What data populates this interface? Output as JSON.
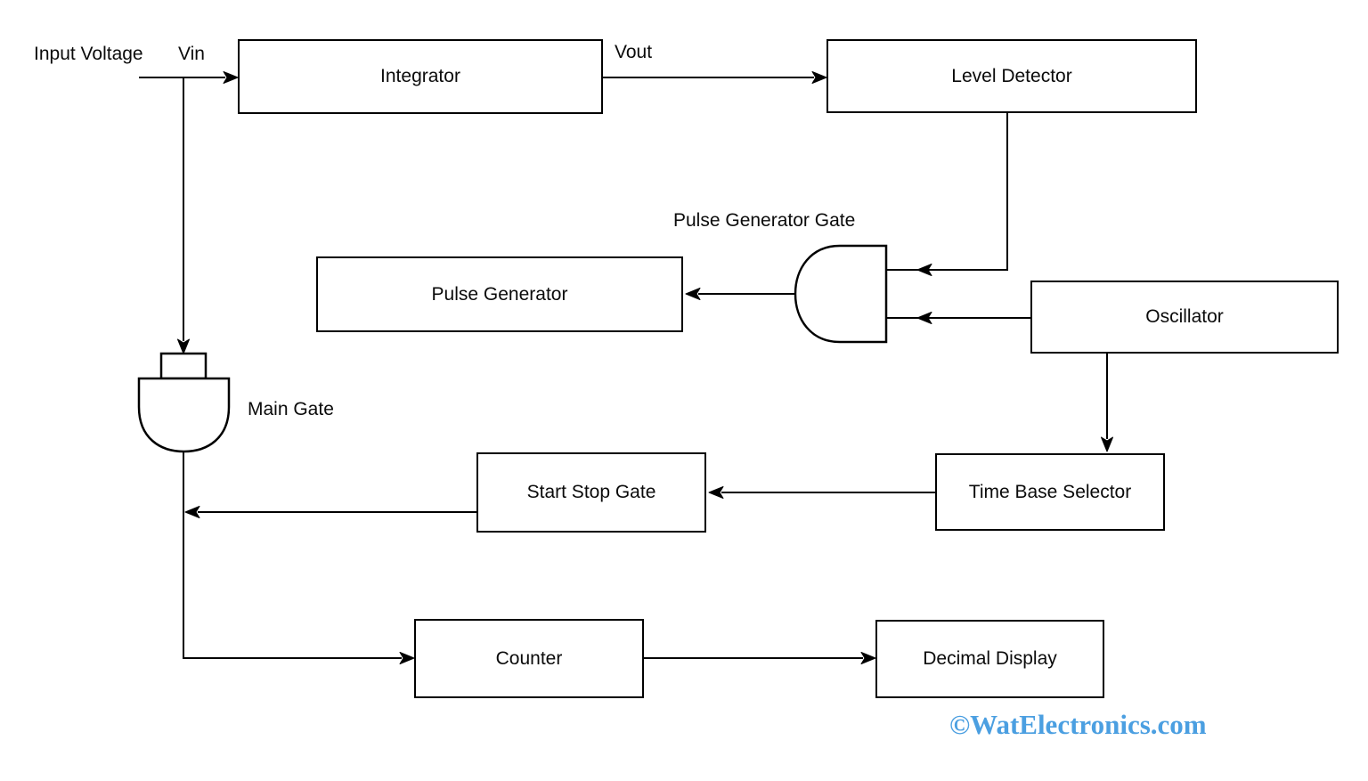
{
  "nodes": {
    "integrator": "Integrator",
    "level_detector": "Level Detector",
    "pulse_generator": "Pulse Generator",
    "oscillator": "Oscillator",
    "start_stop_gate": "Start Stop Gate",
    "time_base_selector": "Time Base Selector",
    "counter": "Counter",
    "decimal_display": "Decimal Display"
  },
  "annotations": {
    "input_voltage": "Input Voltage",
    "vin": "Vin",
    "vout": "Vout",
    "pulse_generator_gate": "Pulse Generator Gate",
    "main_gate": "Main Gate"
  },
  "watermark": {
    "text": "©WatElectronics.com",
    "color": "#4b9fe1"
  },
  "colors": {
    "background": "#ffffff",
    "wire": "#000000",
    "box_border": "#000000",
    "text": "#0b0b0b"
  },
  "connections": [
    {
      "from": "Input Voltage (Vin)",
      "to": "Integrator"
    },
    {
      "from": "Vin branch",
      "to": "Main Gate"
    },
    {
      "from": "Integrator (Vout)",
      "to": "Level Detector"
    },
    {
      "from": "Level Detector",
      "to": "Pulse Generator Gate (top input)"
    },
    {
      "from": "Oscillator",
      "to": "Pulse Generator Gate (bottom input)"
    },
    {
      "from": "Pulse Generator Gate",
      "to": "Pulse Generator"
    },
    {
      "from": "Oscillator",
      "to": "Time Base Selector"
    },
    {
      "from": "Time Base Selector",
      "to": "Start Stop Gate"
    },
    {
      "from": "Start Stop Gate",
      "to": "Main Gate output line"
    },
    {
      "from": "Main Gate",
      "to": "Counter"
    },
    {
      "from": "Counter",
      "to": "Decimal Display"
    }
  ]
}
